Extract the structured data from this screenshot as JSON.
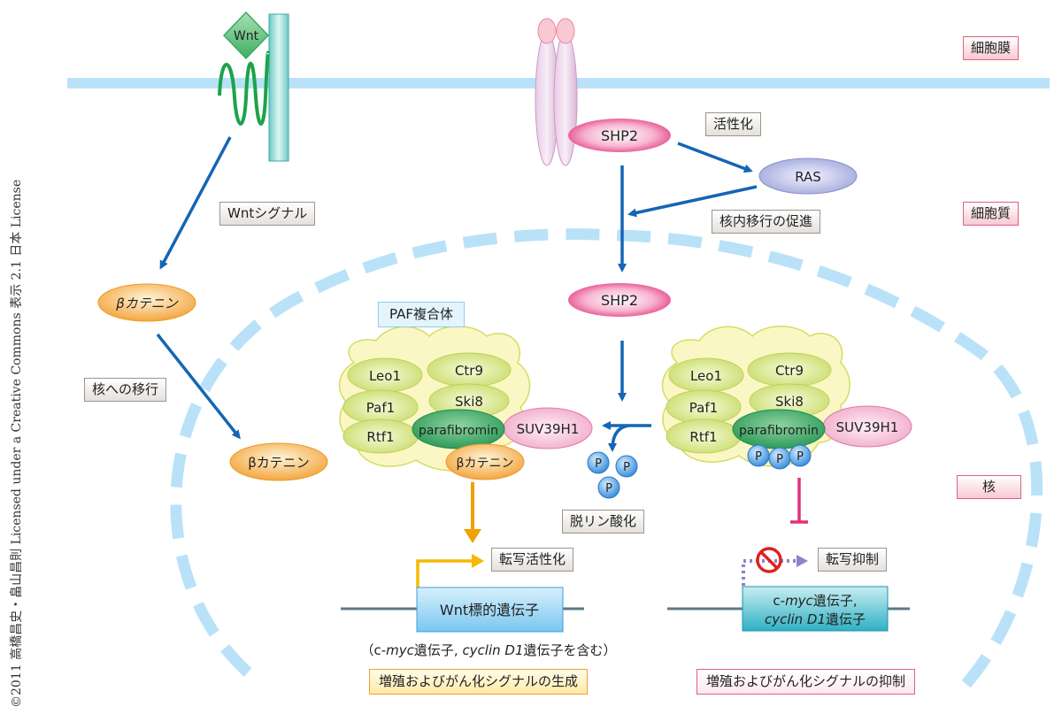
{
  "credit": "©2011 高橋昌史・畠山昌則 Licensed under a Creative Commons 表示 2.1 日本 License",
  "regions": {
    "membrane": "細胞膜",
    "cytoplasm": "細胞質",
    "nucleus": "核"
  },
  "wnt_pathway": {
    "ligand": "Wnt",
    "signal_label": "Wntシグナル",
    "beta_catenin_cyto": "βカテニン",
    "translocation_label": "核への移行",
    "beta_catenin_nuc": "βカテニン"
  },
  "shp2_pathway": {
    "shp2_membrane": "SHP2",
    "activation_label": "活性化",
    "ras": "RAS",
    "promote_label": "核内移行の促進",
    "shp2_nucleus": "SHP2",
    "dephos_label": "脱リン酸化",
    "phospho": "P"
  },
  "paf_complex": {
    "title": "PAF複合体",
    "left": {
      "subunits": [
        "Leo1",
        "Ctr9",
        "Paf1",
        "Ski8",
        "Rtf1",
        "parafibromin"
      ],
      "suv": "SUV39H1",
      "beta_catenin": "βカテニン"
    },
    "right": {
      "subunits": [
        "Leo1",
        "Ctr9",
        "Paf1",
        "Ski8",
        "Rtf1",
        "parafibromin"
      ],
      "suv": "SUV39H1",
      "phospho": [
        "P",
        "P",
        "P"
      ]
    }
  },
  "left_outcome": {
    "transcription_label": "転写活性化",
    "gene_box": "Wnt標的遺伝子",
    "gene_note": "（c-myc遺伝子, cyclin D1遺伝子を含む）",
    "gene_note_parts": [
      "（c-",
      "myc",
      "遺伝子, ",
      "cyclin D1",
      "遺伝子を含む）"
    ],
    "result": "増殖およびがん化シグナルの生成"
  },
  "right_outcome": {
    "transcription_label": "転写抑制",
    "gene_line1_parts": [
      "c-",
      "myc",
      "遺伝子,"
    ],
    "gene_line2_parts": [
      "cyclin D1",
      "遺伝子"
    ],
    "result": "増殖およびがん化シグナルの抑制"
  },
  "colors": {
    "membrane": "#b9e2f8",
    "arrow": "#1565b5",
    "activate_arrow": "#f0a000",
    "inhibit": "#e0307a",
    "shp2": "#e0307a",
    "ras": "#a9aee0",
    "beta_catenin": "#f5b24e",
    "paf_cloud": "#fbf7b8",
    "paf_subunit": "#d7e887",
    "parafibromin": "#3fa86a",
    "suv": "#f2b6d0",
    "phospho": "#4a9fe0",
    "gene_left": "#8fd2f4",
    "gene_right": "#39b7c8",
    "dna": "#5b7a86"
  }
}
